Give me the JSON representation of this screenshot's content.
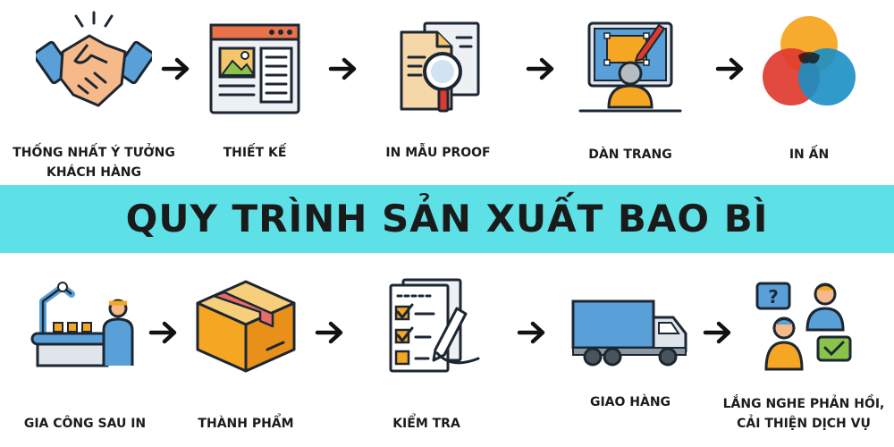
{
  "title": "QUY TRÌNH SẢN XUẤT BAO BÌ",
  "colors": {
    "banner": "#5de0e6",
    "outline": "#1c2733",
    "orange": "#f5a623",
    "blue": "#5aa0d8",
    "red": "#e03a2f"
  },
  "top_steps": [
    {
      "label": "THỐNG NHẤT Ý TƯỞNG\nKHÁCH HÀNG",
      "icon": "handshake-icon"
    },
    {
      "label": "THIẾT KẾ",
      "icon": "design-layout-icon"
    },
    {
      "label": "IN MẪU PROOF",
      "icon": "magnifier-document-icon"
    },
    {
      "label": "DÀN TRANG",
      "icon": "monitor-designer-icon"
    },
    {
      "label": "IN ẤN",
      "icon": "cmyk-circles-icon"
    }
  ],
  "bottom_steps": [
    {
      "label": "GIA CÔNG SAU IN",
      "icon": "factory-conveyor-icon"
    },
    {
      "label": "THÀNH PHẨM",
      "icon": "cardboard-box-icon"
    },
    {
      "label": "KIỂM TRA",
      "icon": "checklist-pen-icon"
    },
    {
      "label": "GIAO HÀNG",
      "icon": "delivery-truck-icon"
    },
    {
      "label": "LẮNG NGHE PHẢN HỒI,\nCẢI THIỆN DỊCH VỤ",
      "icon": "feedback-people-icon"
    }
  ]
}
